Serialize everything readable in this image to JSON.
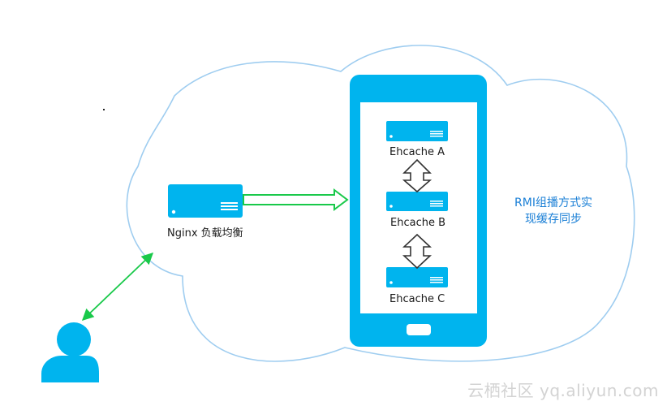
{
  "nginx": {
    "label": "Nginx 负载均衡"
  },
  "cache_nodes": [
    {
      "label": "Ehcache A"
    },
    {
      "label": "Ehcache B"
    },
    {
      "label": "Ehcache C"
    }
  ],
  "note": {
    "line1": "RMI组播方式实",
    "line2": "现缓存同步"
  },
  "watermark": "云栖社区 yq.aliyun.com",
  "icons": [
    "cloud-shape",
    "server-icon",
    "phone-frame",
    "user-icon",
    "double-arrow",
    "hollow-arrow"
  ],
  "colors": {
    "accent_blue": "#00b4ee",
    "cloud_outline": "#9fcdf0",
    "link_green": "#19c94a",
    "note_text": "#1a7fd6"
  }
}
